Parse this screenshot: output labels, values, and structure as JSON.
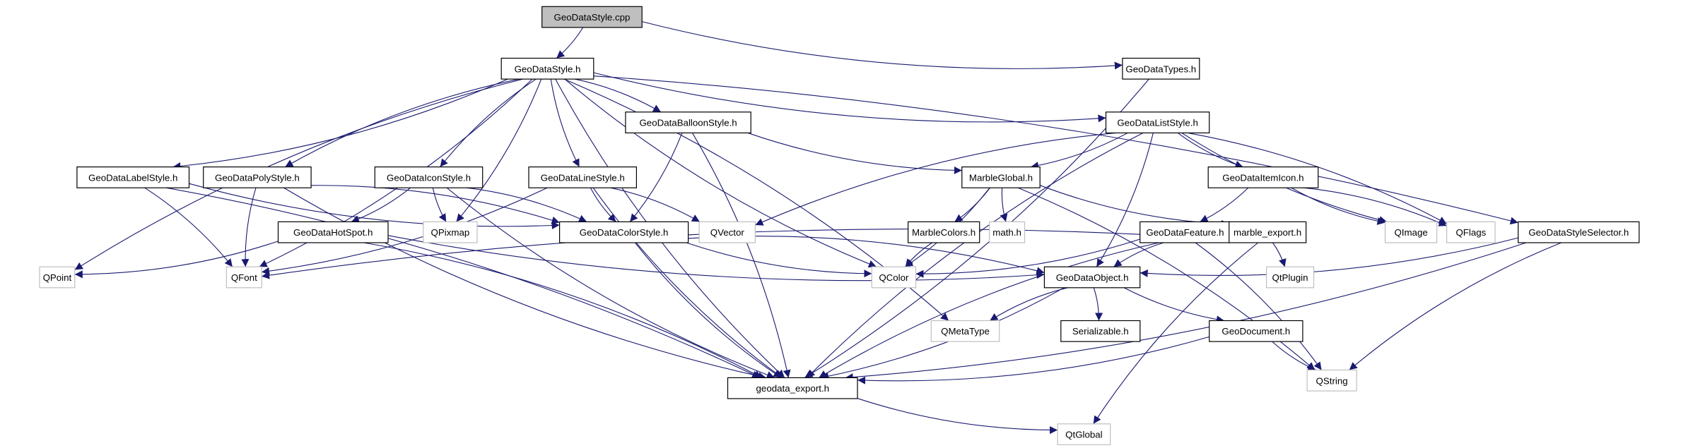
{
  "title": "GeoDataStyle.cpp include dependency graph",
  "colors": {
    "edge": "#191970",
    "root_fill": "#bfbfbf",
    "doc_border": "#000000",
    "ext_border": "#bfbfbf"
  },
  "nodes": [
    {
      "id": "cpp",
      "label": "GeoDataStyle.cpp",
      "kind": "root"
    },
    {
      "id": "style_h",
      "label": "GeoDataStyle.h",
      "kind": "doc"
    },
    {
      "id": "types_h",
      "label": "GeoDataTypes.h",
      "kind": "doc"
    },
    {
      "id": "balloon",
      "label": "GeoDataBalloonStyle.h",
      "kind": "doc"
    },
    {
      "id": "liststyle",
      "label": "GeoDataListStyle.h",
      "kind": "doc"
    },
    {
      "id": "labelstyle",
      "label": "GeoDataLabelStyle.h",
      "kind": "doc"
    },
    {
      "id": "polystyle",
      "label": "GeoDataPolyStyle.h",
      "kind": "doc"
    },
    {
      "id": "iconstyle",
      "label": "GeoDataIconStyle.h",
      "kind": "doc"
    },
    {
      "id": "linestyle",
      "label": "GeoDataLineStyle.h",
      "kind": "doc"
    },
    {
      "id": "marbleglobal",
      "label": "MarbleGlobal.h",
      "kind": "doc"
    },
    {
      "id": "itemicon",
      "label": "GeoDataItemIcon.h",
      "kind": "doc"
    },
    {
      "id": "hotspot",
      "label": "GeoDataHotSpot.h",
      "kind": "doc"
    },
    {
      "id": "qpixmap",
      "label": "QPixmap",
      "kind": "ext"
    },
    {
      "id": "colorstyle",
      "label": "GeoDataColorStyle.h",
      "kind": "doc"
    },
    {
      "id": "qvector",
      "label": "QVector",
      "kind": "ext"
    },
    {
      "id": "marblecolors",
      "label": "MarbleColors.h",
      "kind": "doc"
    },
    {
      "id": "math",
      "label": "math.h",
      "kind": "ext"
    },
    {
      "id": "feature",
      "label": "GeoDataFeature.h",
      "kind": "doc"
    },
    {
      "id": "marbleexport",
      "label": "marble_export.h",
      "kind": "doc"
    },
    {
      "id": "qimage",
      "label": "QImage",
      "kind": "ext"
    },
    {
      "id": "qflags",
      "label": "QFlags",
      "kind": "ext"
    },
    {
      "id": "selector",
      "label": "GeoDataStyleSelector.h",
      "kind": "doc"
    },
    {
      "id": "qpoint",
      "label": "QPoint",
      "kind": "ext"
    },
    {
      "id": "qfont",
      "label": "QFont",
      "kind": "ext"
    },
    {
      "id": "qcolor",
      "label": "QColor",
      "kind": "ext"
    },
    {
      "id": "object",
      "label": "GeoDataObject.h",
      "kind": "doc"
    },
    {
      "id": "qtplugin",
      "label": "QtPlugin",
      "kind": "ext"
    },
    {
      "id": "qmetatype",
      "label": "QMetaType",
      "kind": "ext"
    },
    {
      "id": "serializable",
      "label": "Serializable.h",
      "kind": "doc"
    },
    {
      "id": "geodocument",
      "label": "GeoDocument.h",
      "kind": "doc"
    },
    {
      "id": "qstring",
      "label": "QString",
      "kind": "ext"
    },
    {
      "id": "geodataexport",
      "label": "geodata_export.h",
      "kind": "doc"
    },
    {
      "id": "qtglobal",
      "label": "QtGlobal",
      "kind": "ext"
    }
  ],
  "edges": [
    [
      "cpp",
      "style_h"
    ],
    [
      "cpp",
      "types_h"
    ],
    [
      "types_h",
      "geodataexport"
    ],
    [
      "style_h",
      "qpoint"
    ],
    [
      "style_h",
      "labelstyle"
    ],
    [
      "style_h",
      "polystyle"
    ],
    [
      "style_h",
      "qfont"
    ],
    [
      "style_h",
      "iconstyle"
    ],
    [
      "style_h",
      "qpixmap"
    ],
    [
      "style_h",
      "linestyle"
    ],
    [
      "style_h",
      "balloon"
    ],
    [
      "style_h",
      "qcolor"
    ],
    [
      "style_h",
      "qmetatype"
    ],
    [
      "style_h",
      "liststyle"
    ],
    [
      "style_h",
      "selector"
    ],
    [
      "style_h",
      "geodataexport"
    ],
    [
      "labelstyle",
      "qfont"
    ],
    [
      "labelstyle",
      "colorstyle"
    ],
    [
      "labelstyle",
      "geodataexport"
    ],
    [
      "polystyle",
      "qfont"
    ],
    [
      "polystyle",
      "colorstyle"
    ],
    [
      "polystyle",
      "geodataexport"
    ],
    [
      "iconstyle",
      "hotspot"
    ],
    [
      "iconstyle",
      "qpixmap"
    ],
    [
      "iconstyle",
      "colorstyle"
    ],
    [
      "iconstyle",
      "geodataexport"
    ],
    [
      "linestyle",
      "qfont"
    ],
    [
      "linestyle",
      "colorstyle"
    ],
    [
      "linestyle",
      "qvector"
    ],
    [
      "linestyle",
      "geodataexport"
    ],
    [
      "balloon",
      "colorstyle"
    ],
    [
      "balloon",
      "marbleglobal"
    ],
    [
      "balloon",
      "geodataexport"
    ],
    [
      "liststyle",
      "qvector"
    ],
    [
      "liststyle",
      "marbleglobal"
    ],
    [
      "liststyle",
      "itemicon"
    ],
    [
      "liststyle",
      "object"
    ],
    [
      "liststyle",
      "qimage"
    ],
    [
      "liststyle",
      "qflags"
    ],
    [
      "liststyle",
      "geodataexport"
    ],
    [
      "hotspot",
      "qpoint"
    ],
    [
      "hotspot",
      "object"
    ],
    [
      "hotspot",
      "geodataexport"
    ],
    [
      "colorstyle",
      "qcolor"
    ],
    [
      "colorstyle",
      "object"
    ],
    [
      "colorstyle",
      "geodataexport"
    ],
    [
      "marbleglobal",
      "marblecolors"
    ],
    [
      "marbleglobal",
      "math"
    ],
    [
      "marbleglobal",
      "qcolor"
    ],
    [
      "marbleglobal",
      "marbleexport"
    ],
    [
      "marbleglobal",
      "qstring"
    ],
    [
      "marblecolors",
      "qcolor"
    ],
    [
      "itemicon",
      "feature"
    ],
    [
      "itemicon",
      "qimage"
    ],
    [
      "itemicon",
      "qflags"
    ],
    [
      "feature",
      "qfont"
    ],
    [
      "feature",
      "qcolor"
    ],
    [
      "feature",
      "object"
    ],
    [
      "feature",
      "qstring"
    ],
    [
      "feature",
      "geodataexport"
    ],
    [
      "marbleexport",
      "qtplugin"
    ],
    [
      "marbleexport",
      "qtglobal"
    ],
    [
      "selector",
      "object"
    ],
    [
      "selector",
      "qstring"
    ],
    [
      "selector",
      "geodataexport"
    ],
    [
      "object",
      "qmetatype"
    ],
    [
      "object",
      "serializable"
    ],
    [
      "object",
      "geodocument"
    ],
    [
      "object",
      "geodataexport"
    ],
    [
      "geodocument",
      "qstring"
    ],
    [
      "geodocument",
      "geodataexport"
    ],
    [
      "geodataexport",
      "qtglobal"
    ]
  ]
}
